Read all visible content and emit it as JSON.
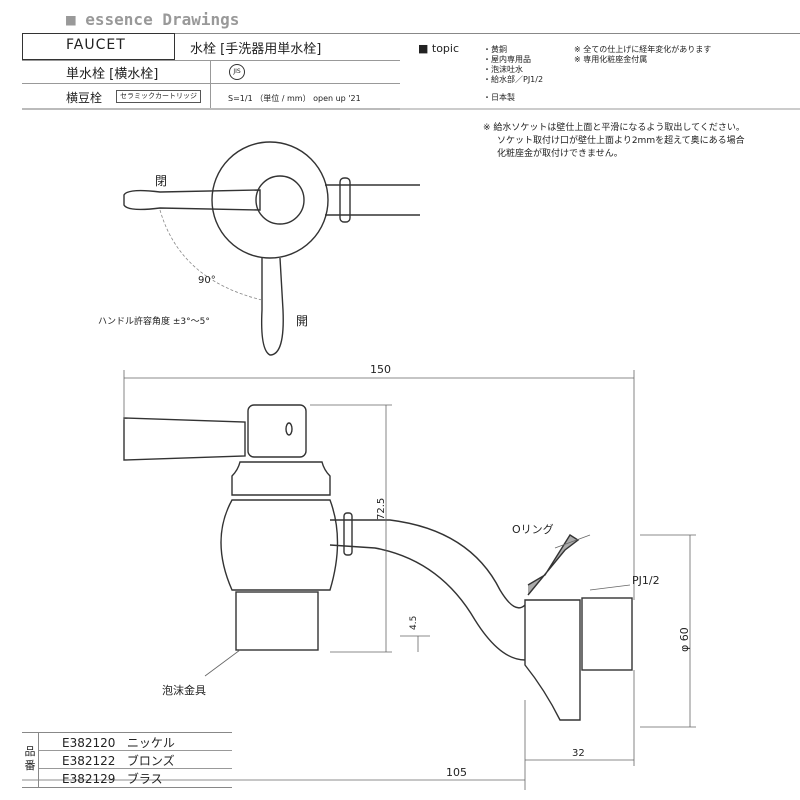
{
  "header": {
    "brand": "■ essence Drawings",
    "category": "FAUCET",
    "title": "水栓 [手洗器用単水栓]",
    "subtitle": "単水栓 [横水栓]",
    "jis_mark": "JIS",
    "type": "横豆栓",
    "cartridge_tag": "セラミックカートリッジ",
    "scale": "S=1/1 （単位 / mm） open up '21"
  },
  "topic": {
    "label": "■ topic",
    "features": [
      "・黄銅",
      "・屋内専用品",
      "・泡沫吐水",
      "・給水部／PJ1/2",
      "・日本製"
    ],
    "notes": [
      "※ 全ての仕上げに経年変化があります",
      "※ 専用化粧座金付属"
    ]
  },
  "notice": [
    "※ 給水ソケットは壁仕上面と平滑になるよう取出してください。",
    "ソケット取付け口が壁仕上面より2mmを超えて奥にある場合",
    "化粧座金が取付けできません。"
  ],
  "drawing": {
    "close_label": "閉",
    "open_label": "開",
    "angle": "90°",
    "handle_tolerance": "ハンドル許容角度 ±3°〜5°",
    "dim_width": "150",
    "dim_height": "72.5",
    "dim_offset": "4.5",
    "oring": "Oリング",
    "thread": "PJ1/2",
    "diameter": "φ 60",
    "dim_depth": "32",
    "dim_projection": "105",
    "aerator": "泡沫金具"
  },
  "products": {
    "label": "品番",
    "items": [
      {
        "code": "E382120",
        "finish": "ニッケル"
      },
      {
        "code": "E382122",
        "finish": "ブロンズ"
      },
      {
        "code": "E382129",
        "finish": "ブラス"
      }
    ]
  }
}
